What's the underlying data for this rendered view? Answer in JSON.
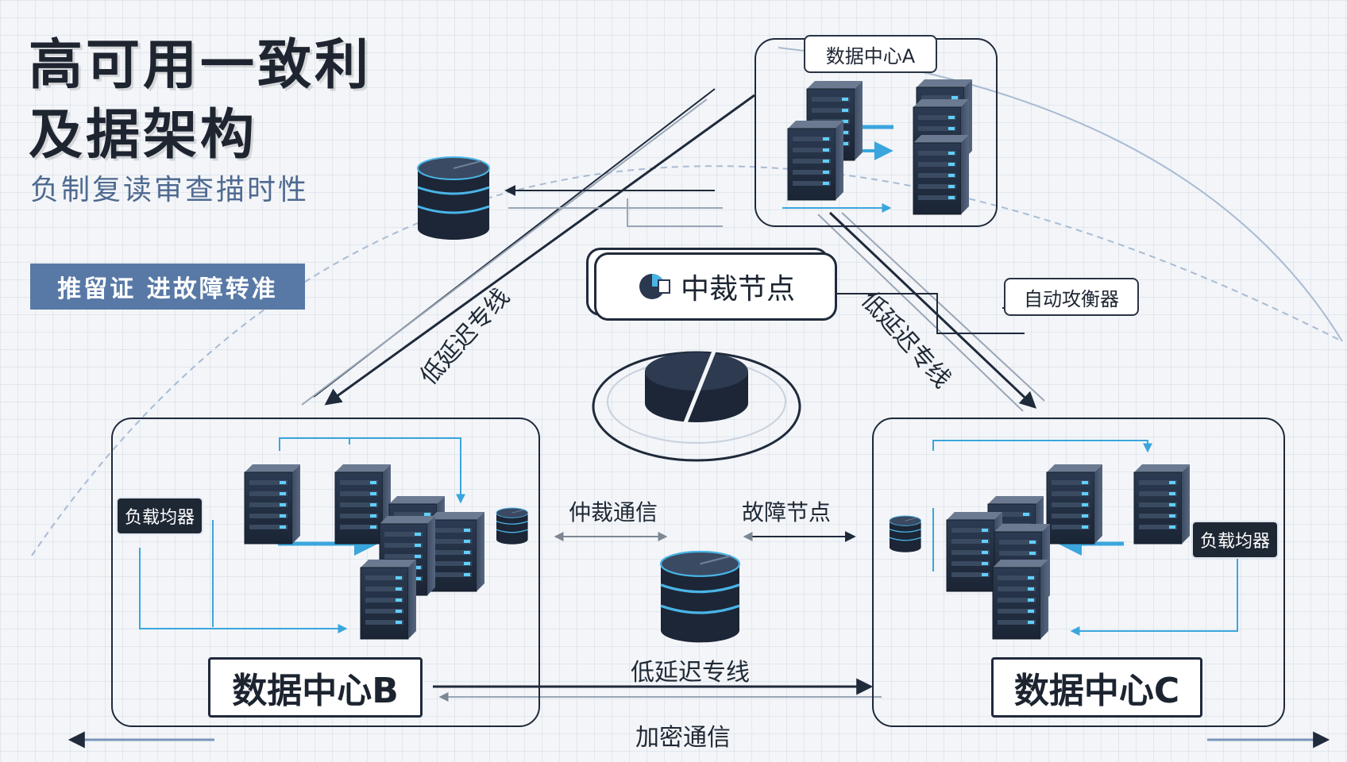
{
  "title": {
    "line1": "高可用一致利",
    "line2": "及据架构"
  },
  "subtitle": "负制复读审查描时性",
  "badge": "推留证 进故障转准",
  "datacenters": {
    "a": {
      "label": "数据中心A"
    },
    "b": {
      "label": "数据中心B"
    },
    "c": {
      "label": "数据中心C"
    }
  },
  "arbitration": {
    "label": "中裁节点",
    "icon": "arbitration-node-icon"
  },
  "links": {
    "low_latency_left": "低延迟专线",
    "low_latency_right": "低延迟专线",
    "low_latency_bottom": "低延迟专线",
    "encrypted": "加密通信",
    "arbitration_comm": "仲裁通信",
    "fault_node": "故障节点"
  },
  "load_balancers": {
    "auto": "自动攻衡器",
    "b": "负载均器",
    "c": "负载均器"
  },
  "colors": {
    "frame": "#1f2a3b",
    "accent_blue": "#4ab4e6",
    "server_dark": "#243246",
    "badge_bg": "#5879a6"
  }
}
